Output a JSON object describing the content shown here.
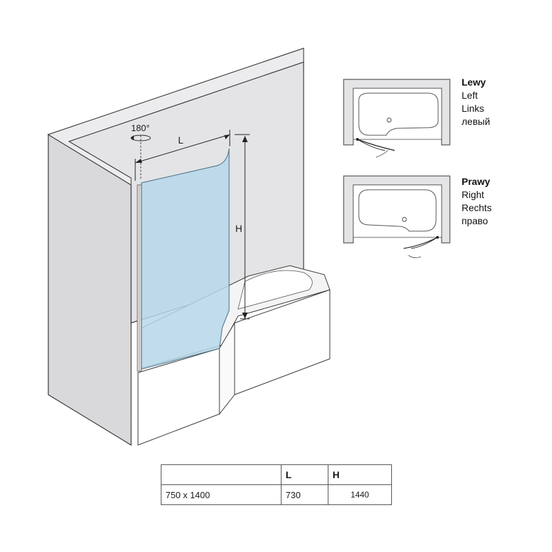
{
  "dimensions": {
    "length_label": "L",
    "height_label": "H",
    "rotation_label": "180°"
  },
  "variants": {
    "left": {
      "labels": [
        "Lewy",
        "Left",
        "Links",
        "левый"
      ]
    },
    "right": {
      "labels": [
        "Prawy",
        "Right",
        "Rechts",
        "право"
      ]
    }
  },
  "table": {
    "headers": [
      "",
      "L",
      "H"
    ],
    "rows": [
      [
        "750 x 1400",
        "730",
        "1440"
      ]
    ]
  },
  "colors": {
    "wall": "#e4e4e6",
    "wall_outline": "#3a3a3a",
    "glass": "#b7d8ea",
    "tub": "#ffffff"
  }
}
